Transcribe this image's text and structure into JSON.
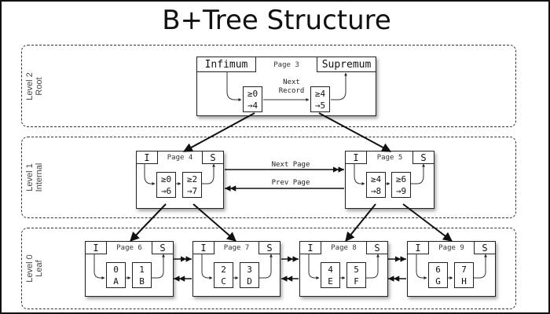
{
  "title": "B+Tree Structure",
  "levels": [
    {
      "label_line1": "Level 2",
      "label_line2": "Root"
    },
    {
      "label_line1": "Level 1",
      "label_line2": "Internal"
    },
    {
      "label_line1": "Level 0",
      "label_line2": "Leaf"
    }
  ],
  "root": {
    "page": "Page 3",
    "infimum": "Infimum",
    "supremum": "Supremum",
    "next_record_line1": "Next",
    "next_record_line2": "Record",
    "records": [
      {
        "key": "≥0",
        "ptr": "→4"
      },
      {
        "key": "≥4",
        "ptr": "→5"
      }
    ]
  },
  "internal": [
    {
      "page": "Page 4",
      "infimum": "I",
      "supremum": "S",
      "records": [
        {
          "key": "≥0",
          "ptr": "→6"
        },
        {
          "key": "≥2",
          "ptr": "→7"
        }
      ]
    },
    {
      "page": "Page 5",
      "infimum": "I",
      "supremum": "S",
      "records": [
        {
          "key": "≥4",
          "ptr": "→8"
        },
        {
          "key": "≥6",
          "ptr": "→9"
        }
      ]
    }
  ],
  "sibling_links": {
    "next": "Next Page",
    "prev": "Prev Page"
  },
  "leaves": [
    {
      "page": "Page 6",
      "infimum": "I",
      "supremum": "S",
      "records": [
        {
          "key": "0",
          "val": "A"
        },
        {
          "key": "1",
          "val": "B"
        }
      ]
    },
    {
      "page": "Page 7",
      "infimum": "I",
      "supremum": "S",
      "records": [
        {
          "key": "2",
          "val": "C"
        },
        {
          "key": "3",
          "val": "D"
        }
      ]
    },
    {
      "page": "Page 8",
      "infimum": "I",
      "supremum": "S",
      "records": [
        {
          "key": "4",
          "val": "E"
        },
        {
          "key": "5",
          "val": "F"
        }
      ]
    },
    {
      "page": "Page 9",
      "infimum": "I",
      "supremum": "S",
      "records": [
        {
          "key": "6",
          "val": "G"
        },
        {
          "key": "7",
          "val": "H"
        }
      ]
    }
  ]
}
